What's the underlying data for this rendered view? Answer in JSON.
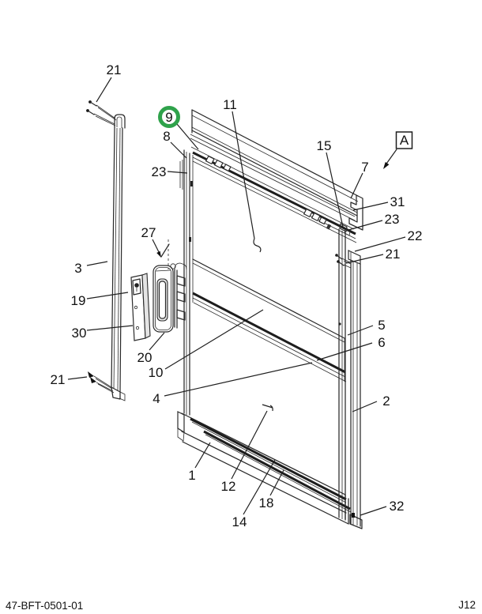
{
  "document": {
    "footer_left": "47-BFT-0501-01",
    "footer_right": "J12",
    "type": "exploded-parts-diagram",
    "subject": "rear-door-panel-assembly"
  },
  "diagram": {
    "line_color": "#2b2b2b",
    "background_color": "#ffffff",
    "highlight": {
      "callout": "9",
      "color": "#2fa24b",
      "shape": "circle-ring"
    },
    "detail_marker": {
      "label": "A"
    },
    "callouts": {
      "c21_top": "21",
      "c3": "3",
      "c19": "19",
      "c30": "30",
      "c20": "20",
      "c21_left": "21",
      "c27": "27",
      "c9": "9",
      "c8": "8",
      "c23_left": "23",
      "c11": "11",
      "c15": "15",
      "c7": "7",
      "cA": "A",
      "c31": "31",
      "c23_right": "23",
      "c22": "22",
      "c21_right": "21",
      "c5": "5",
      "c6": "6",
      "c2": "2",
      "c10": "10",
      "c4": "4",
      "c1": "1",
      "c12": "12",
      "c14": "14",
      "c18": "18",
      "c32": "32"
    }
  }
}
